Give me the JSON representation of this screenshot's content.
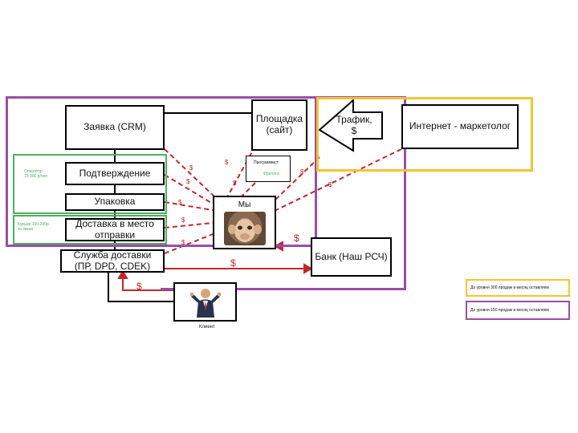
{
  "colors": {
    "purple": "#9b4ea5",
    "yellow": "#f2c531",
    "green": "#4caf62",
    "red": "#c0282d",
    "black": "#000000"
  },
  "boxes": {
    "crm": "Заявка (CRM)",
    "site_line1": "Площадка",
    "site_line2": "(сайт)",
    "traffic": "Трафик, $",
    "marketer": "Интернет - маркетолог",
    "confirm": "Подтверждение",
    "pack": "Упаковка",
    "ship_line1": "Доставка в место",
    "ship_line2": "отправки",
    "delivery_line1": "Служба доставки",
    "delivery_line2": "(ПР, DPD, CDEK)",
    "we": "Мы",
    "bank": "Банк (Наш РСЧ)",
    "programmer": "Программист",
    "freelance": "Фриланс",
    "client": "Клиент"
  },
  "green_notes": {
    "operator_line1": "Оператор",
    "operator_line2": "15 000 р/чел",
    "courier_line1": "Курьер 150-200р",
    "courier_line2": "за заказ"
  },
  "dollar_sign": "$",
  "legend": {
    "yellow": "До уровня 300 продаж в месяц оставляем",
    "purple": "До уровня 150 продаж в месяц оставляем"
  },
  "icons": {
    "monkey_photo": "monkey-photo",
    "client_photo": "businessman-photo",
    "traffic_arrow": "left-arrow-icon"
  }
}
